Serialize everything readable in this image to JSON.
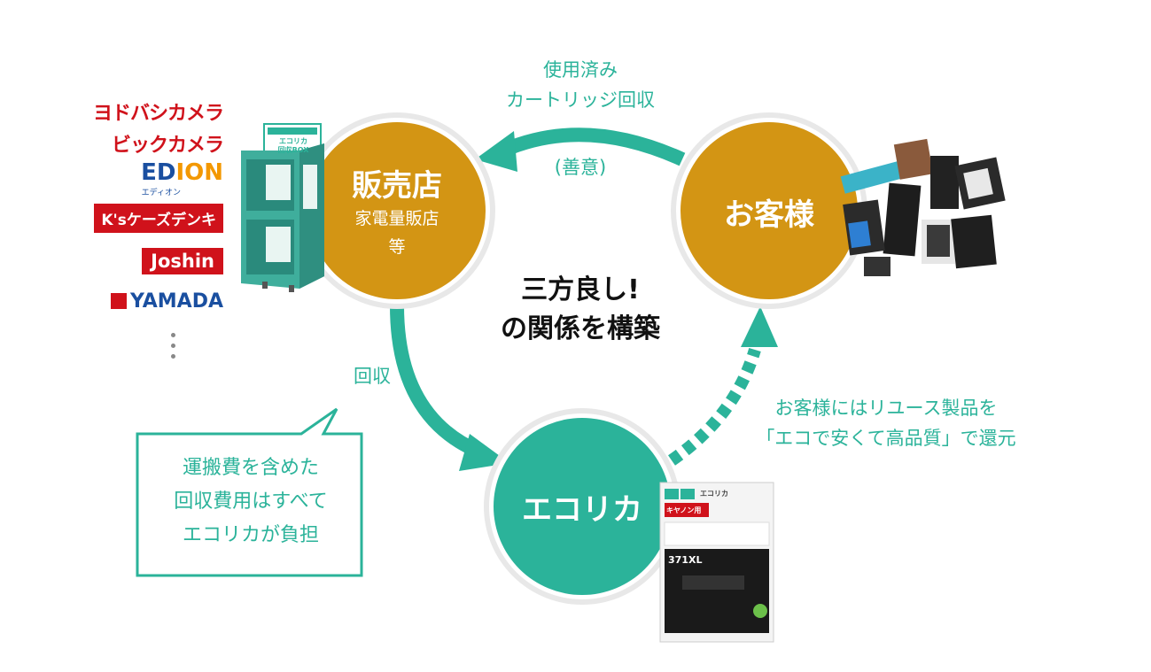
{
  "nodes": {
    "store_title": "販売店",
    "store_sub1": "家電量販店",
    "store_sub2": "等",
    "customer_title": "お客様",
    "ecorica_title": "エコリカ"
  },
  "center": {
    "line1": "三方良し!",
    "line2": "の関係を構築"
  },
  "arrows": {
    "top_line1": "使用済み",
    "top_line2": "カートリッジ回収",
    "goodwill": "(善意)",
    "collect": "回収",
    "return_line1": "お客様にはリユース製品を",
    "return_line2": "「エコで安くて高品質」で還元"
  },
  "callout": {
    "line1": "運搬費を含めた",
    "line2": "回収費用はすべて",
    "line3": "エコリカが負担"
  },
  "retailers": {
    "yodobashi": "ヨドバシカメラ",
    "bic": "ビックカメラ",
    "edion_ed": "ED",
    "edion_on": "ION",
    "edion_sub": "エディオン",
    "ks": "K'sケーズデンキ",
    "joshin": "Joshin",
    "yamada": "YAMADA"
  },
  "box_label": {
    "line1": "エコリカ",
    "line2": "回収BOX"
  },
  "package": {
    "brand": "エコリカ",
    "tag": "キヤノン用",
    "model": "371XL"
  },
  "colors": {
    "gold": "#d39514",
    "teal": "#2bb39a",
    "ring": "#e6e6e6"
  },
  "icons": [
    "recycle-box",
    "ink-cartridges",
    "ink-package"
  ]
}
